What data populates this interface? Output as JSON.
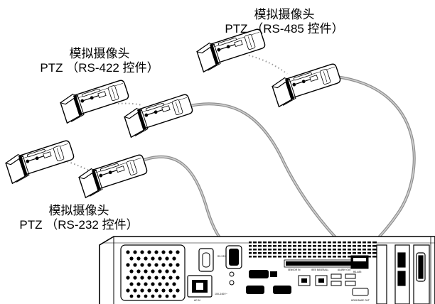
{
  "labels": {
    "rs485": {
      "line1": "模拟摄像头",
      "line2": "PTZ （RS-485 控件）"
    },
    "rs422": {
      "line1": "模拟摄像头",
      "line2": "PTZ （RS-422 控件）"
    },
    "rs232": {
      "line1": "模拟摄像头",
      "line2": "PTZ （RS-232 控件）"
    }
  },
  "recorder": {
    "ports": {
      "rs232": "RS-232",
      "sensor_in": "SENSOR IN",
      "ieee_baseball": "IEEE BASEBALL",
      "alarm_out": "ALARM OUT",
      "rs485": "RS-485",
      "ac_in": "AC IN",
      "voltage": "100-240V~",
      "hdmi": "HDMI BASE OUT"
    }
  },
  "colors": {
    "cable": "#9a9a9a",
    "dotted_link": "#999999",
    "outline": "#000000"
  }
}
